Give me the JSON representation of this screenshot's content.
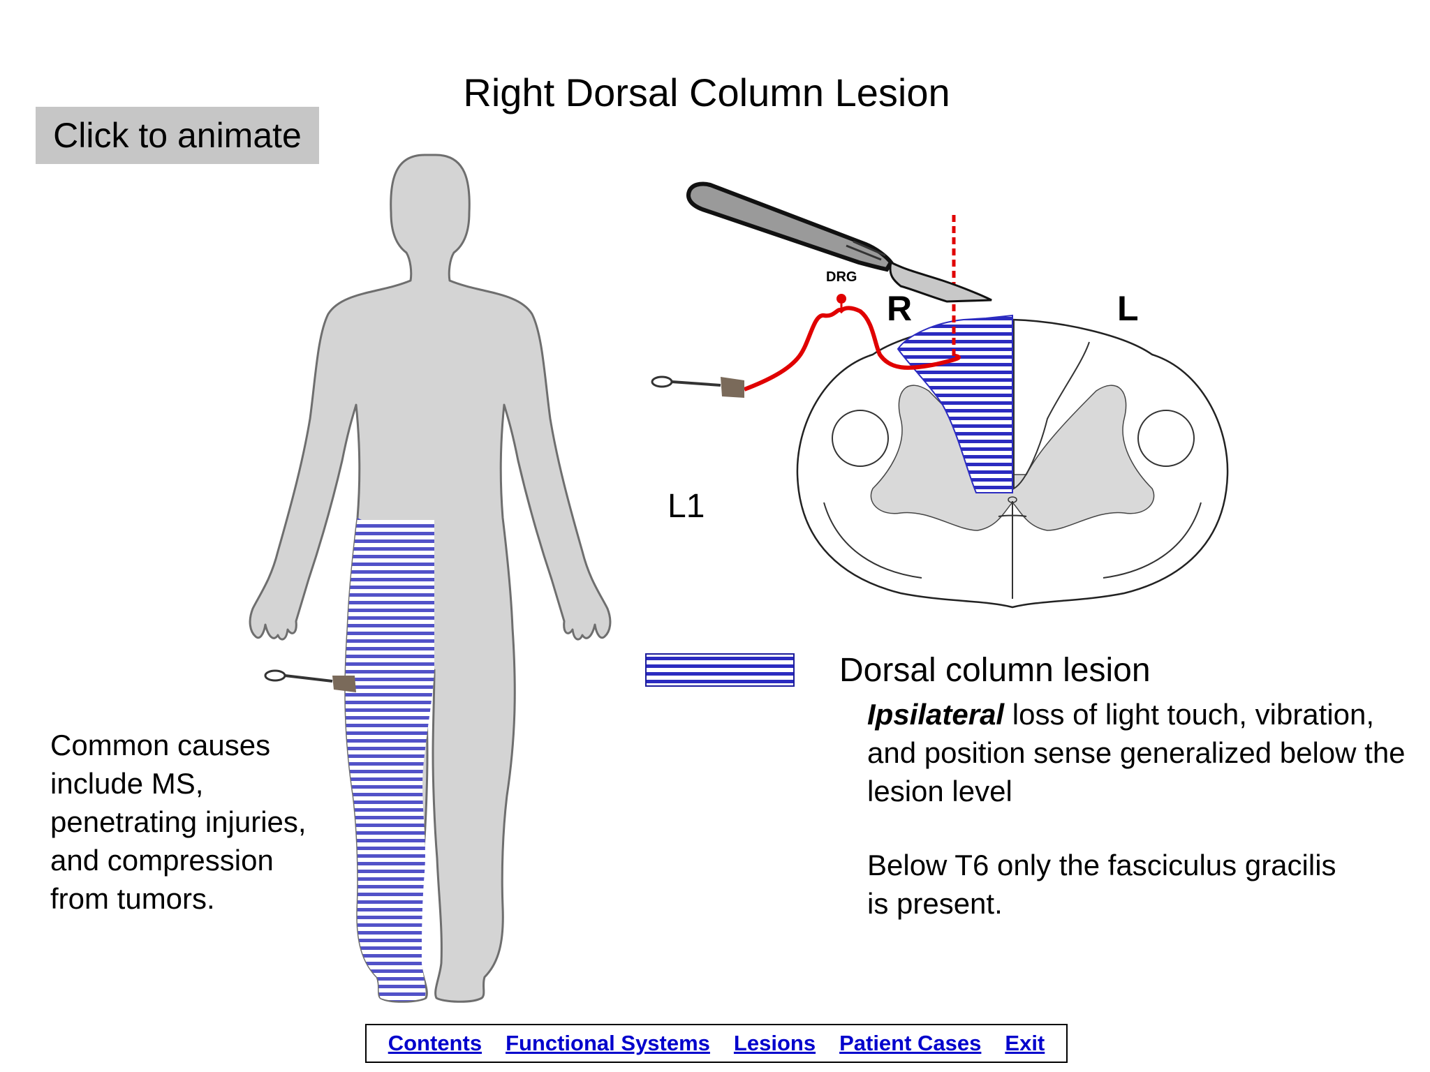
{
  "slide": {
    "title": "Right Dorsal Column  Lesion",
    "animate_button": "Click to animate"
  },
  "diagram": {
    "side_right": "R",
    "side_left": "L",
    "level": "L1",
    "drg": "DRG",
    "lesion_color": "#2b2bc0",
    "pathway_color": "#e00000",
    "body_color": "#d4d4d4"
  },
  "legend": {
    "title": "Dorsal column lesion",
    "description_emphasis": "Ipsilateral",
    "description_rest": " loss of light touch, vibration, and position sense generalized below the lesion level",
    "note_lines": [
      "Below T6 only the fasciculus gracilis",
      "is present."
    ]
  },
  "causes": {
    "lines": [
      "Common causes",
      "include MS,",
      "penetrating injuries,",
      "and compression",
      "from tumors."
    ]
  },
  "nav": {
    "items": [
      "Contents",
      "Functional Systems",
      "Lesions",
      "Patient Cases",
      "Exit"
    ]
  },
  "icons": {
    "scalpel": "scalpel-icon",
    "pin": "sensory-pin-icon"
  }
}
